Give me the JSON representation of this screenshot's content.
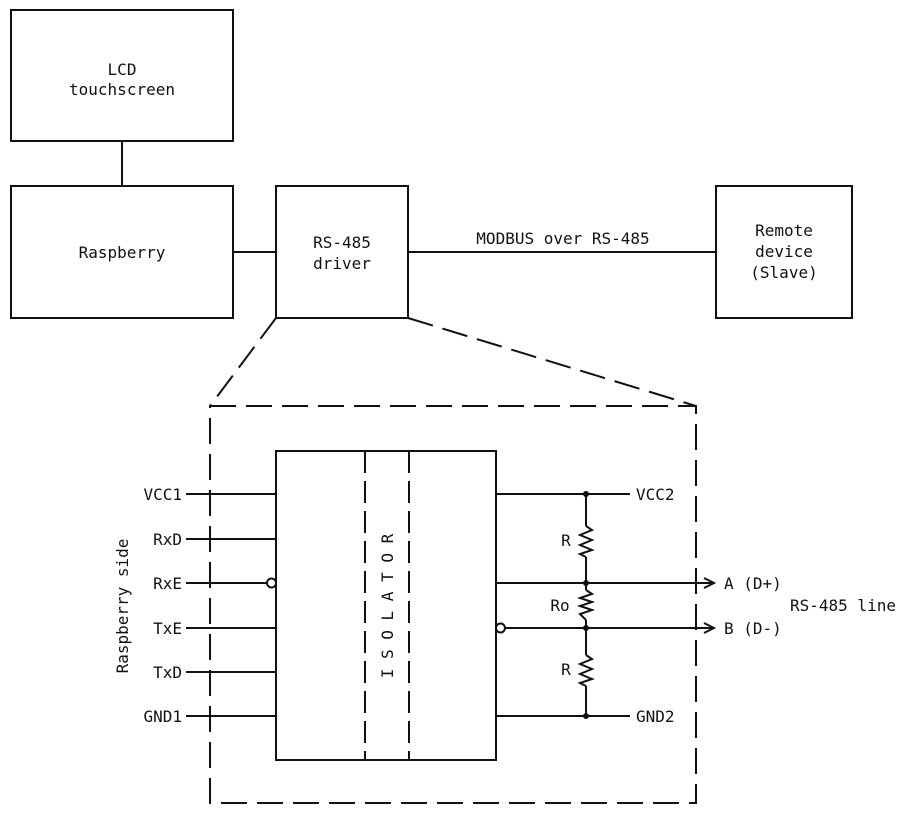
{
  "blocks": {
    "lcd": [
      "LCD",
      "touchscreen"
    ],
    "raspberry": "Raspberry",
    "rs485_driver": [
      "RS-485",
      "driver"
    ],
    "remote": [
      "Remote",
      "device",
      "(Slave)"
    ]
  },
  "link_label": "MODBUS over RS-485",
  "detail": {
    "side_label": "Raspberry side",
    "isolator_label": "I S O L A T O R",
    "left_pins": [
      "VCC1",
      "RxD",
      "RxE",
      "TxE",
      "TxD",
      "GND1"
    ],
    "right_pins": {
      "vcc2": "VCC2",
      "a": "A (D+)",
      "b": "B (D-)",
      "gnd2": "GND2"
    },
    "resistors": {
      "top": "R",
      "middle": "Ro",
      "bottom": "R"
    },
    "line_label": "RS-485 line"
  }
}
